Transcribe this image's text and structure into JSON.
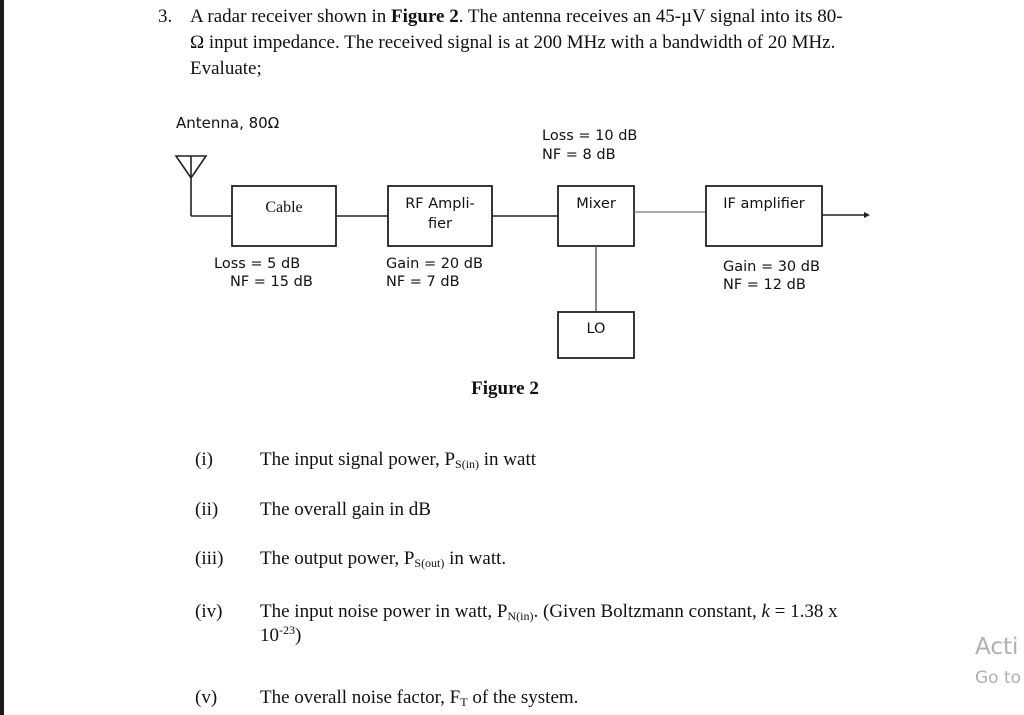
{
  "question": {
    "number": "3.",
    "line1_a": "A radar receiver shown in ",
    "line1_b": "Figure 2",
    "line1_c": ". The antenna receives an 45-µV signal into its 80-",
    "line2": "Ω input impedance. The received signal is at 200 MHz with a bandwidth of 20 MHz.",
    "line3": "Evaluate;"
  },
  "figure": {
    "antenna_label": "Antenna, 80Ω",
    "cable": {
      "label": "Cable",
      "loss": "Loss = 5 dB",
      "nf": "NF = 15 dB"
    },
    "rf_amp": {
      "label_line1": "RF Ampli-",
      "label_line2": "fier",
      "gain": "Gain = 20 dB",
      "nf": "NF = 7 dB"
    },
    "mixer": {
      "label": "Mixer",
      "loss": "Loss = 10 dB",
      "nf": "NF = 8 dB"
    },
    "if_amp": {
      "label": "IF amplifier",
      "gain": "Gain = 30 dB",
      "nf": "NF = 12 dB"
    },
    "lo": {
      "label": "LO"
    },
    "caption": "Figure 2"
  },
  "items": [
    {
      "roman": "(i)",
      "text_a": "The input signal power, P",
      "sub": "S(in)",
      "text_b": " in watt"
    },
    {
      "roman": "(ii)",
      "text_a": "The overall gain in dB"
    },
    {
      "roman": "(iii)",
      "text_a": "The output power, P",
      "sub": "S(out)",
      "text_b": " in watt."
    },
    {
      "roman": "(iv)",
      "text_a": "The input noise power in watt, P",
      "sub": "N(in)",
      "text_b": ". (Given Boltzmann constant, ",
      "k": "k",
      "text_c": " = 1.38 x",
      "line2_a": "10",
      "sup": "-23",
      "line2_b": ")"
    },
    {
      "roman": "(v)",
      "text_a": "The overall noise factor, F",
      "sub": "T",
      "text_b": " of the system."
    }
  ],
  "watermark": {
    "line1": "Acti",
    "line2": "Go to"
  }
}
